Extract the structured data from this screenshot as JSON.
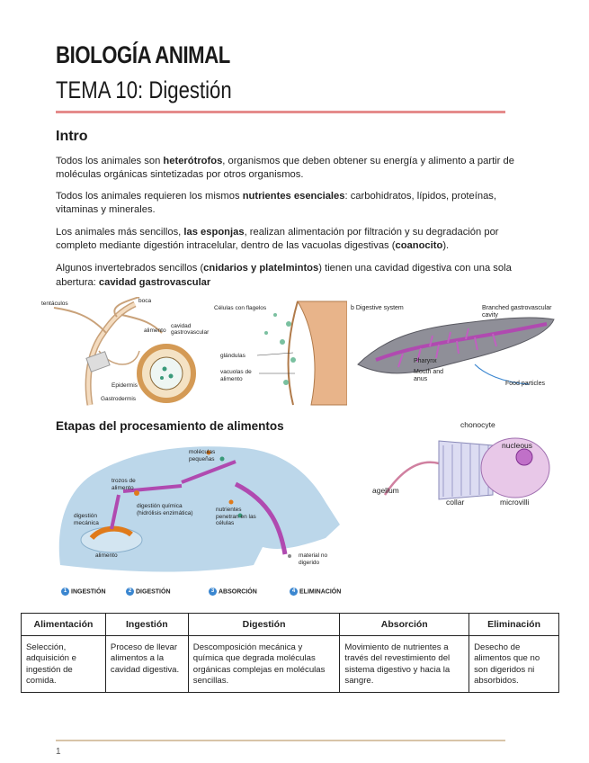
{
  "header": {
    "title": "BIOLOGÍA ANIMAL",
    "subtitle": "TEMA 10: Digestión"
  },
  "intro": {
    "heading": "Intro",
    "p1": {
      "a": "Todos los animales son ",
      "b": "heterótrofos",
      "c": ", organismos que deben obtener su energía y alimento a partir de moléculas orgánicas sintetizadas por otros organismos."
    },
    "p2": {
      "a": "Todos los animales requieren los mismos ",
      "b": "nutrientes esenciales",
      "c": ": carbohidratos, lípidos, proteínas, vitaminas y minerales."
    },
    "p3": {
      "a": "Los animales más sencillos, ",
      "b": "las esponjas",
      "c": ", realizan alimentación por filtración y su degradación por completo mediante digestión intracelular, dentro de las vacuolas digestivas (",
      "d": "coanocito",
      "e": ")."
    },
    "p4": {
      "a": "Algunos invertebrados sencillos (",
      "b": "cnidarios y platelmintos",
      "c": ") tienen una cavidad digestiva con una sola abertura: ",
      "d": "cavidad gastrovascular"
    }
  },
  "figures": {
    "hydra": {
      "tentacles": "tentáculos",
      "mouth": "boca",
      "food": "alimento",
      "cavity": "cavidad gastrovascular",
      "epidermis": "Epidermis",
      "gastrodermis": "Gastrodermis"
    },
    "tissue": {
      "flagella": "Células con flagelos",
      "glands": "glándulas",
      "vacuoles": "vacuolas de alimento"
    },
    "flatworm": {
      "title": "b Digestive system",
      "branched": "Branched gastrovascular cavity",
      "pharynx": "Pharynx",
      "mouth": "Mouth and anus",
      "food": "Food particles"
    },
    "stages": {
      "food_pieces": "trozos de alimento",
      "small_molecules": "moléculas pequeñas",
      "chemical": "digestión química (hidrólisis enzimática)",
      "mechanical": "digestión mecánica",
      "nutrients": "nutrientes penetran en las células",
      "food": "alimento",
      "material": "material no digerido"
    },
    "choanocyte": {
      "title": "chonocyte",
      "nucleus": "nucleous",
      "flagellum": "agellum",
      "collar": "collar",
      "microvilli": "microvilli"
    }
  },
  "etapas": {
    "heading": "Etapas del procesamiento de alimentos",
    "steps": [
      {
        "n": "1",
        "label": "INGESTIÓN"
      },
      {
        "n": "2",
        "label": "DIGESTIÓN"
      },
      {
        "n": "3",
        "label": "ABSORCIÓN"
      },
      {
        "n": "4",
        "label": "ELIMINACIÓN"
      }
    ]
  },
  "table": {
    "headers": [
      "Alimentación",
      "Ingestión",
      "Digestión",
      "Absorción",
      "Eliminación"
    ],
    "cells": [
      "Selección, adquisición e ingestión de comida.",
      "Proceso de llevar alimentos a la cavidad digestiva.",
      "Descomposición mecánica y química que degrada moléculas orgánicas complejas en moléculas sencillas.",
      "Movimiento de nutrientes a través del revestimiento del sistema digestivo y hacia la sangre.",
      "Desecho de alimentos que no son digeridos ni absorbidos."
    ]
  },
  "footer": {
    "page": "1"
  },
  "colors": {
    "title_rule": "#e58b8b",
    "footer_rule": "#d8c4a8",
    "step_dot": "#3a86d0"
  }
}
